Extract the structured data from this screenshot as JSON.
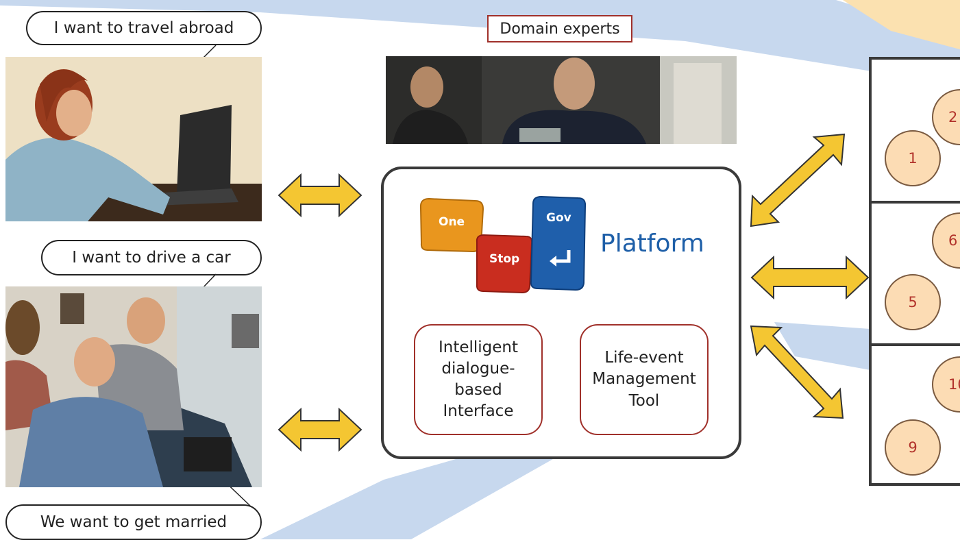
{
  "speech_bubbles": {
    "travel": "I want to travel abroad",
    "drive": "I want to drive a car",
    "married": "We want to get married"
  },
  "experts_label": "Domain experts",
  "platform": {
    "keys": {
      "one": "One",
      "stop": "Stop",
      "gov": "Gov"
    },
    "word": "Platform",
    "modules": [
      "Intelligent\ndialogue-\nbased\nInterface",
      "Life-event\nManagement\nTool"
    ]
  },
  "service_panels": [
    {
      "numbers": [
        "1",
        "2"
      ]
    },
    {
      "numbers": [
        "5",
        "6"
      ]
    },
    {
      "numbers": [
        "9",
        "10"
      ]
    }
  ],
  "colors": {
    "arrow_fill": "#f4c632",
    "background_swoosh": "#c7d8ee",
    "corner_swoosh": "#fbe1b0",
    "key_one": "#e9961e",
    "key_stop": "#c92d1f",
    "key_gov": "#1f5fab",
    "module_border": "#a0302a",
    "circle_fill": "#fcdcb4"
  }
}
